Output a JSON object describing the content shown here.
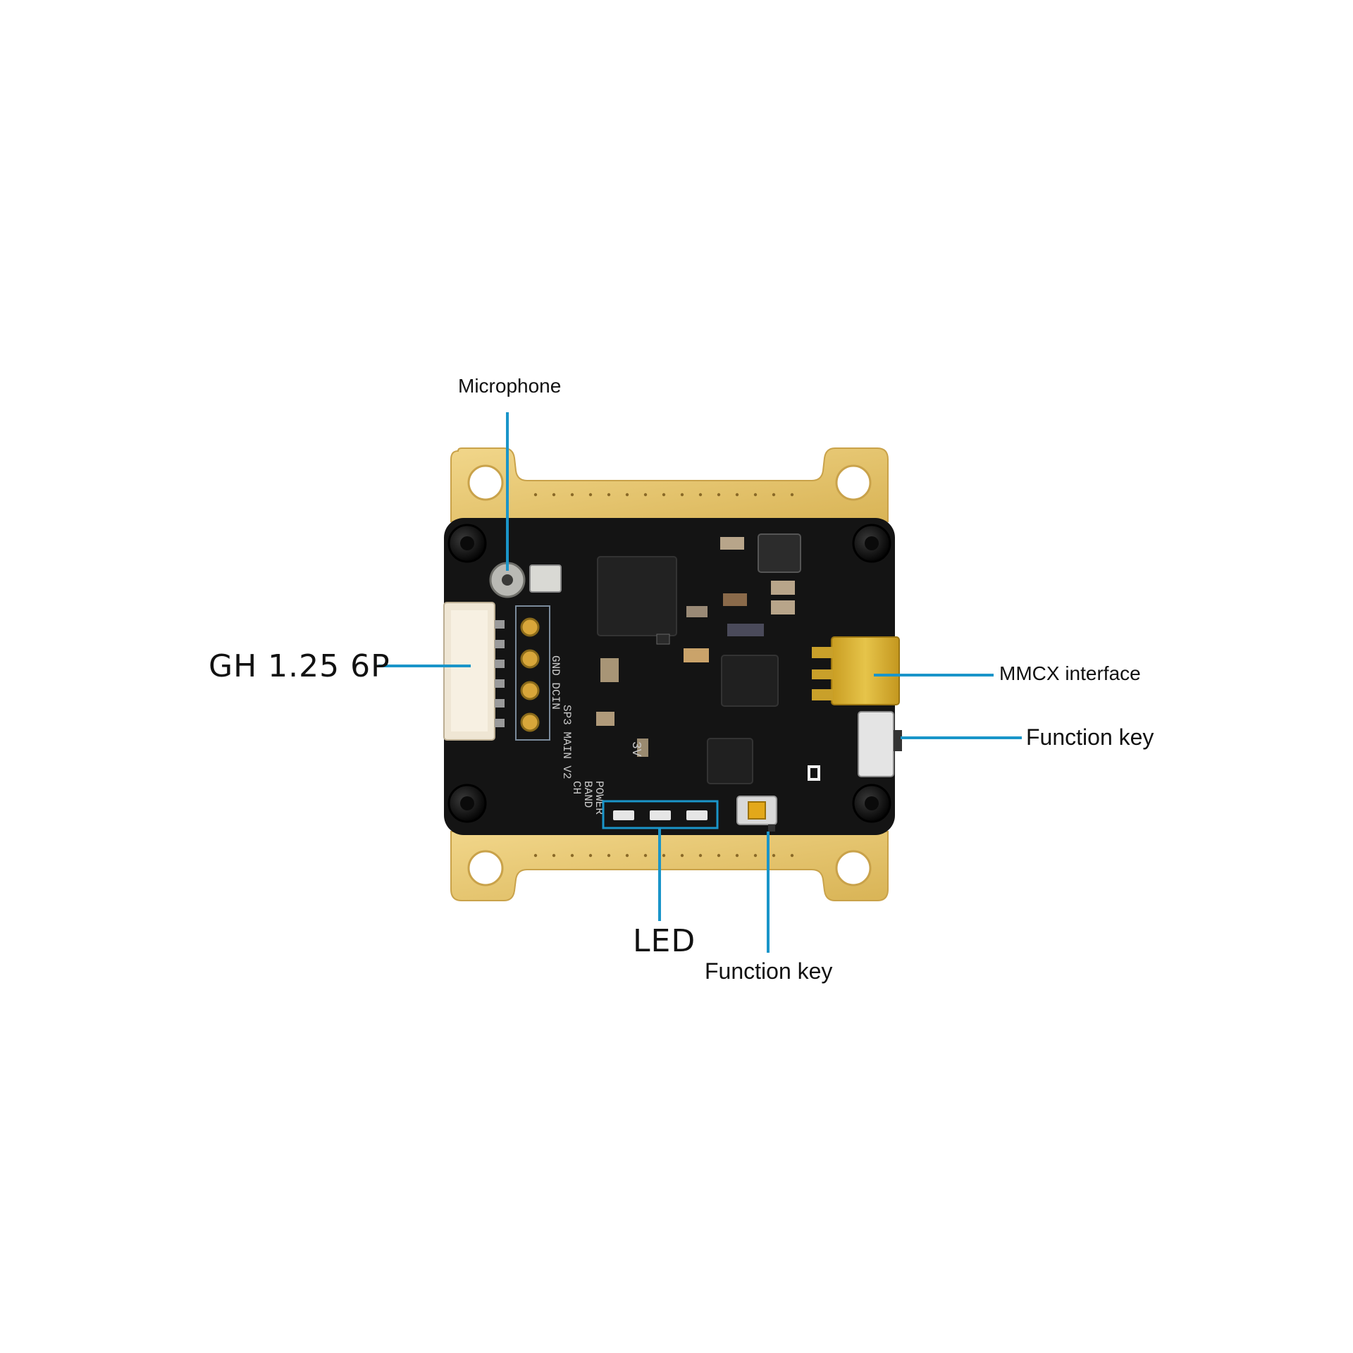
{
  "callouts": {
    "microphone": "Microphone",
    "gh_connector": "GH 1.25 6P",
    "mmcx": "MMCX interface",
    "function_key_side": "Function key",
    "led": "LED",
    "function_key_bottom": "Function key"
  },
  "silkscreen": {
    "board_rev": "SP3 MAIN V2",
    "led_labels": [
      "POWER",
      "BAND",
      "CH"
    ],
    "pads": "GND DCIN",
    "vtx_mark": "3V"
  },
  "colors": {
    "pcb": "#141414",
    "gold_frame": "#e6c66e",
    "callout_line": "#1a95c9",
    "mmcx_gold": "#d8b234"
  }
}
